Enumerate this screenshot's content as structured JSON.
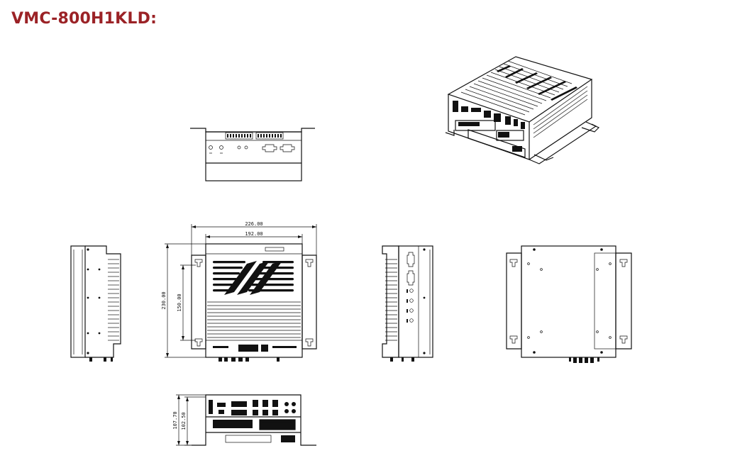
{
  "title": "VMC-800H1KLD:",
  "dimensions": {
    "width_overall": "226.00",
    "width_inner": "192.00",
    "height_overall": "230.00",
    "height_mount": "150.00",
    "depth_overall": "107.70",
    "depth_body": "102.50"
  },
  "colors": {
    "title": "#9b2226",
    "line": "#111111"
  }
}
